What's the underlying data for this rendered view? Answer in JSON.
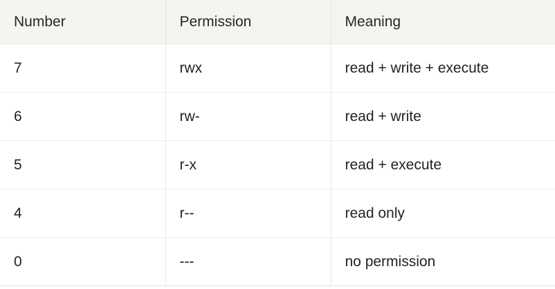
{
  "table": {
    "columns": [
      {
        "key": "number",
        "label": "Number"
      },
      {
        "key": "permission",
        "label": "Permission"
      },
      {
        "key": "meaning",
        "label": "Meaning"
      }
    ],
    "rows": [
      {
        "number": "7",
        "permission": "rwx",
        "meaning": "read + write + execute"
      },
      {
        "number": "6",
        "permission": "rw-",
        "meaning": "read + write"
      },
      {
        "number": "5",
        "permission": "r-x",
        "meaning": "read + execute"
      },
      {
        "number": "4",
        "permission": "r--",
        "meaning": "read only"
      },
      {
        "number": "0",
        "permission": "---",
        "meaning": "no permission"
      }
    ],
    "colors": {
      "header_background": "#f5f4f1",
      "body_background": "#ffffff",
      "text": "#232323",
      "header_text": "#262626",
      "border": "#e9e8e6"
    }
  }
}
